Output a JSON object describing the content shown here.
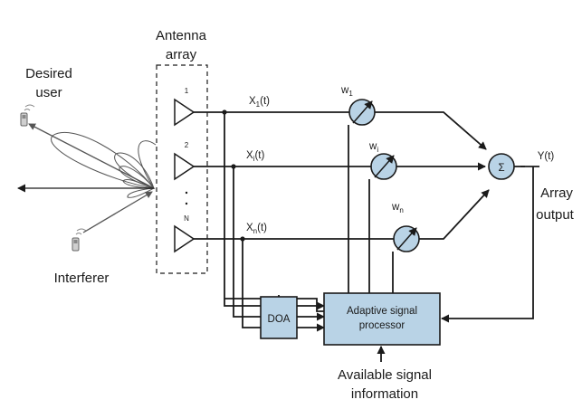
{
  "labels": {
    "antenna_array": [
      "Antenna",
      "array"
    ],
    "desired_user": [
      "Desired",
      "user"
    ],
    "interferer": "Interferer",
    "array_output": [
      "Array",
      "output"
    ],
    "available_info": [
      "Available signal",
      "information"
    ],
    "element_1": "1",
    "element_i": "2",
    "element_n": "N",
    "signal_1": "X1(t)",
    "signal_i": "Xi(t)",
    "signal_n": "Xn(t)",
    "weight_1": "w1",
    "weight_i": "wi",
    "weight_n": "wn",
    "sum_symbol": "Σ",
    "output_signal": "Y(t)",
    "doa": "DOA",
    "processor": [
      "Adaptive signal",
      "processor"
    ]
  },
  "colors": {
    "block_fill": "#b9d3e6",
    "line": "#1a1a1a"
  },
  "icons": {
    "desired_user": "mobile-phone-icon",
    "interferer": "mobile-phone-icon"
  }
}
